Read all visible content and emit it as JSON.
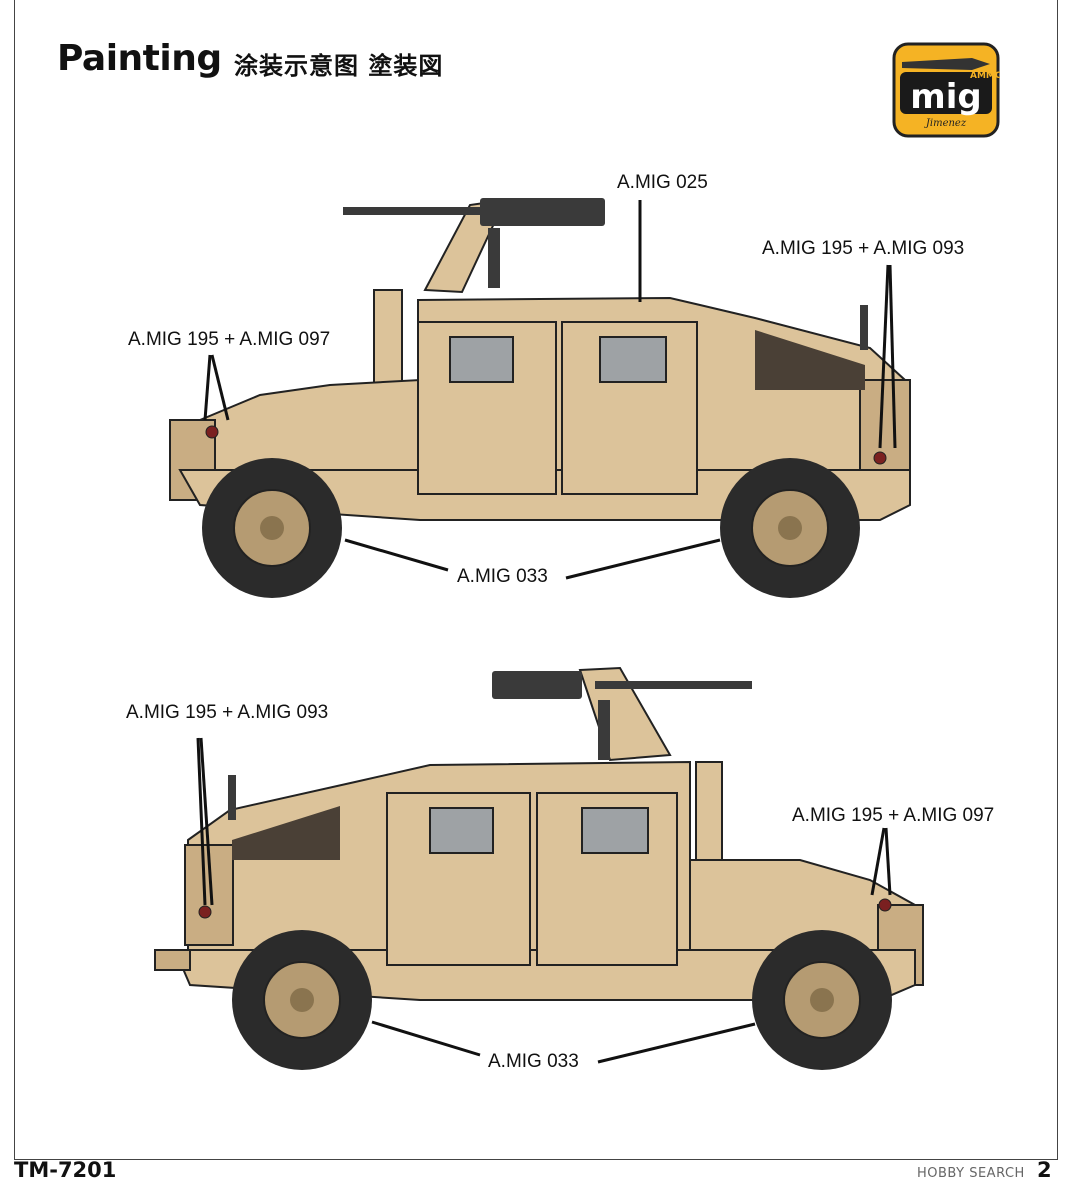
{
  "header": {
    "title": "Painting",
    "subtitle": "涂装示意图 塗装図",
    "logo": {
      "top_text": "AMMO",
      "main_text": "mig",
      "sub_text": "Jimenez"
    }
  },
  "views": [
    {
      "labels": {
        "roof": "A.MIG 025",
        "rear_light": "A.MIG 195 + A.MIG 093",
        "front_light": "A.MIG 195 + A.MIG 097",
        "tyres": "A.MIG 033"
      }
    },
    {
      "labels": {
        "rear_light": "A.MIG 195 + A.MIG 093",
        "front_light": "A.MIG 195 + A.MIG 097",
        "tyres": "A.MIG 033"
      }
    }
  ],
  "footer": {
    "code": "TM-7201",
    "page": "2",
    "watermark": "HOBBY SEARCH"
  },
  "colors": {
    "body_tan": "#dcc39a",
    "body_shade": "#c9ad83",
    "tyre": "#2b2b2b",
    "hub": "#b59b72",
    "window": "#9ea2a5",
    "gun": "#3a3a3a"
  }
}
